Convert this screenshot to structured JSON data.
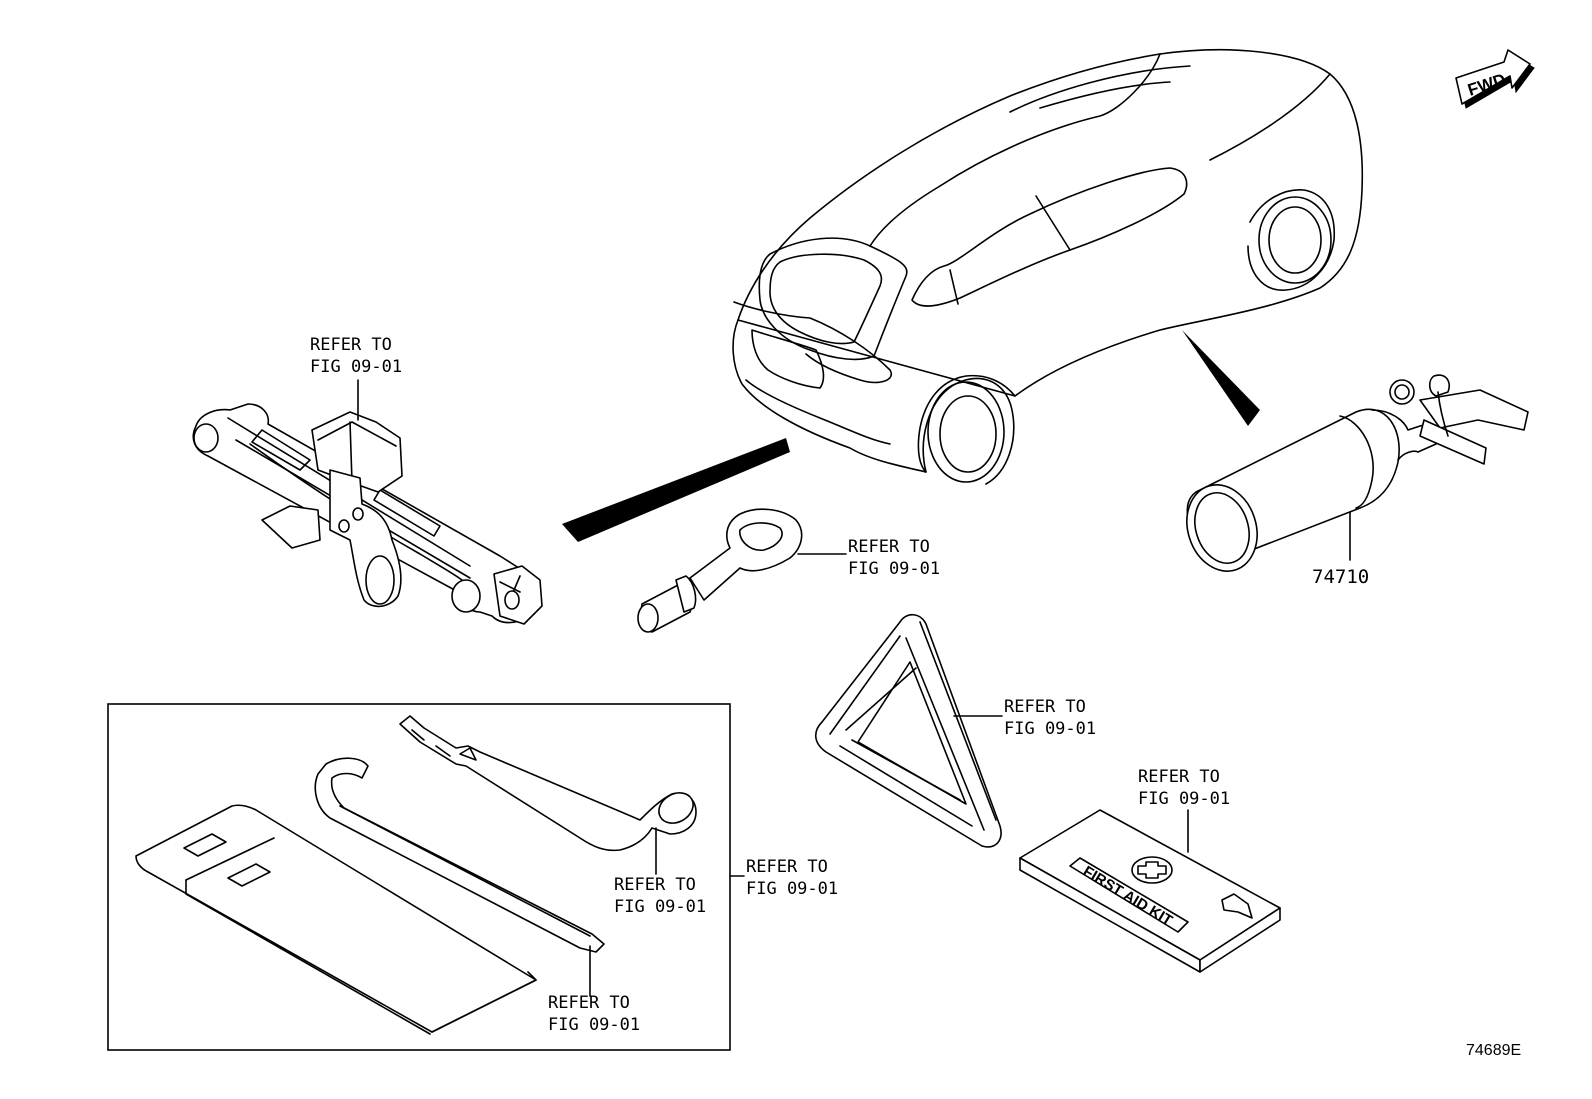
{
  "fwd_label": "FWD",
  "diagram_code": "74689E",
  "callouts": {
    "jack": {
      "line1": "REFER TO",
      "line2": "FIG 09-01"
    },
    "tow_hook": {
      "line1": "REFER TO",
      "line2": "FIG 09-01"
    },
    "triangle": {
      "line1": "REFER TO",
      "line2": "FIG 09-01"
    },
    "first_aid": {
      "line1": "REFER TO",
      "line2": "FIG 09-01"
    },
    "tool_kit": {
      "line1": "REFER TO",
      "line2": "FIG 09-01"
    },
    "wrench": {
      "line1": "REFER TO",
      "line2": "FIG 09-01"
    },
    "jack_handle": {
      "line1": "REFER TO",
      "line2": "FIG 09-01"
    }
  },
  "extinguisher_part": "74710",
  "first_aid_kit_text": "FIRST AID KIT",
  "icons": [
    "fwd-arrow-icon",
    "medical-cross-icon"
  ]
}
